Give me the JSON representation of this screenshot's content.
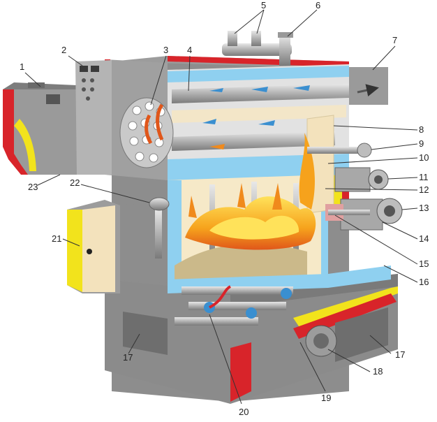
{
  "labels": [
    "1",
    "2",
    "3",
    "4",
    "5",
    "6",
    "7",
    "8",
    "9",
    "10",
    "11",
    "12",
    "13",
    "14",
    "15",
    "16",
    "17",
    "18",
    "19",
    "20",
    "21",
    "22",
    "23"
  ],
  "colors": {
    "casing": "#8a8a8a",
    "casing_dark": "#6c6c6c",
    "casing_light": "#a6a6a6",
    "insulation_red": "#d8242a",
    "insulation_yellow": "#f2e31c",
    "water_blue": "#8fd0f0",
    "refractory": "#f3e2bc",
    "fuel": "#cbb98a",
    "flame_orange": "#f08a1c",
    "flame_yellow": "#ffd23a",
    "steel": "#b7b7b7",
    "flow_arrow": "#3a8fd0"
  },
  "icons": [
    "flame-icon",
    "gas-flow-arrow-icon",
    "burner-icon",
    "fan-icon"
  ]
}
